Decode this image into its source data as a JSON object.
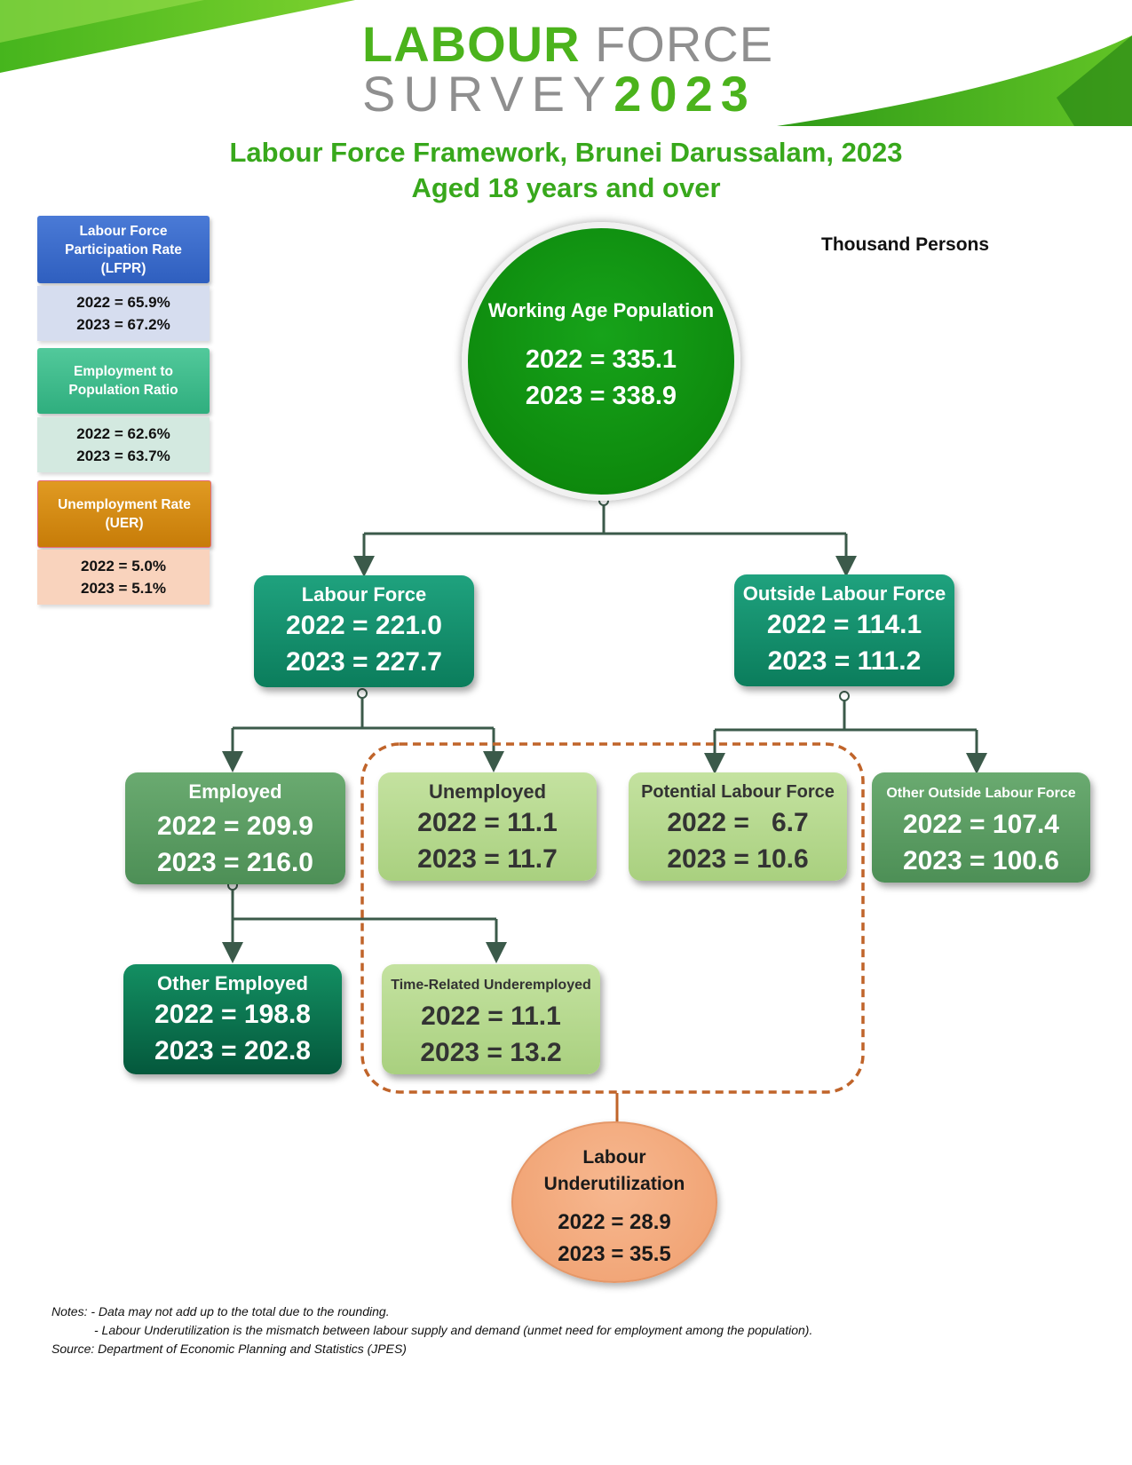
{
  "header": {
    "logo_labour": "LABOUR",
    "logo_force": "FORCE",
    "logo_survey": "SURVEY",
    "logo_year": "2023"
  },
  "title": {
    "line1": "Labour Force Framework, Brunei Darussalam, 2023",
    "line2": "Aged 18 years and over"
  },
  "units": "Thousand Persons",
  "indicators": [
    {
      "label_lines": [
        "Labour Force",
        "Participation Rate",
        "(LFPR)"
      ],
      "v2022": "2022 = 65.9%",
      "v2023": "2023 = 67.2%",
      "head_color": "#3d6fcf",
      "val_color": "#d6ddef"
    },
    {
      "label_lines": [
        "Employment to",
        "Population Ratio"
      ],
      "v2022": "2022 = 62.6%",
      "v2023": "2023 = 63.7%",
      "head_color": "#3fbd8e",
      "val_color": "#d3e9e0"
    },
    {
      "label_lines": [
        "Unemployment Rate",
        "(UER)"
      ],
      "v2022": "2022 = 5.0%",
      "v2023": "2023 = 5.1%",
      "head_color": "#d68a12",
      "val_color": "#f9d3bd"
    }
  ],
  "nodes": {
    "working_age": {
      "label": "Working Age Population",
      "v2022": "2022 = 335.1",
      "v2023": "2023 = 338.9"
    },
    "labour_force": {
      "label": "Labour Force",
      "v2022": "2022 = 221.0",
      "v2023": "2023 = 227.7"
    },
    "outside_labour_force": {
      "label": "Outside Labour Force",
      "v2022": "2022 = 114.1",
      "v2023": "2023 = 111.2"
    },
    "employed": {
      "label": "Employed",
      "v2022": "2022 = 209.9",
      "v2023": "2023 = 216.0"
    },
    "unemployed": {
      "label": "Unemployed",
      "v2022": "2022 = 11.1",
      "v2023": "2023 = 11.7"
    },
    "potential_labour_force": {
      "label": "Potential Labour Force",
      "v2022": "2022 =   6.7",
      "v2023": "2023 = 10.6"
    },
    "other_outside": {
      "label": "Other Outside Labour Force",
      "v2022": "2022 = 107.4",
      "v2023": "2023 = 100.6"
    },
    "other_employed": {
      "label": "Other Employed",
      "v2022": "2022 = 198.8",
      "v2023": "2023 = 202.8"
    },
    "time_related": {
      "label": "Time-Related Underemployed",
      "v2022": "2022 = 11.1",
      "v2023": "2023 = 13.2"
    },
    "underutilization": {
      "label_line1": "Labour",
      "label_line2": "Underutilization",
      "v2022": "2022 = 28.9",
      "v2023": "2023 = 35.5"
    }
  },
  "notes": {
    "line1": "Notes: - Data may not add up to the total due to the rounding.",
    "line2": "- Labour Underutilization is the mismatch between labour supply and demand (unmet need for employment among the population).",
    "line3": "Source: Department of Economic Planning and Statistics (JPES)"
  },
  "colors": {
    "brand_green": "#4bb31c",
    "title_green": "#38a81c",
    "connector": "#3b5a4a",
    "dashed_border": "#c0642a"
  }
}
